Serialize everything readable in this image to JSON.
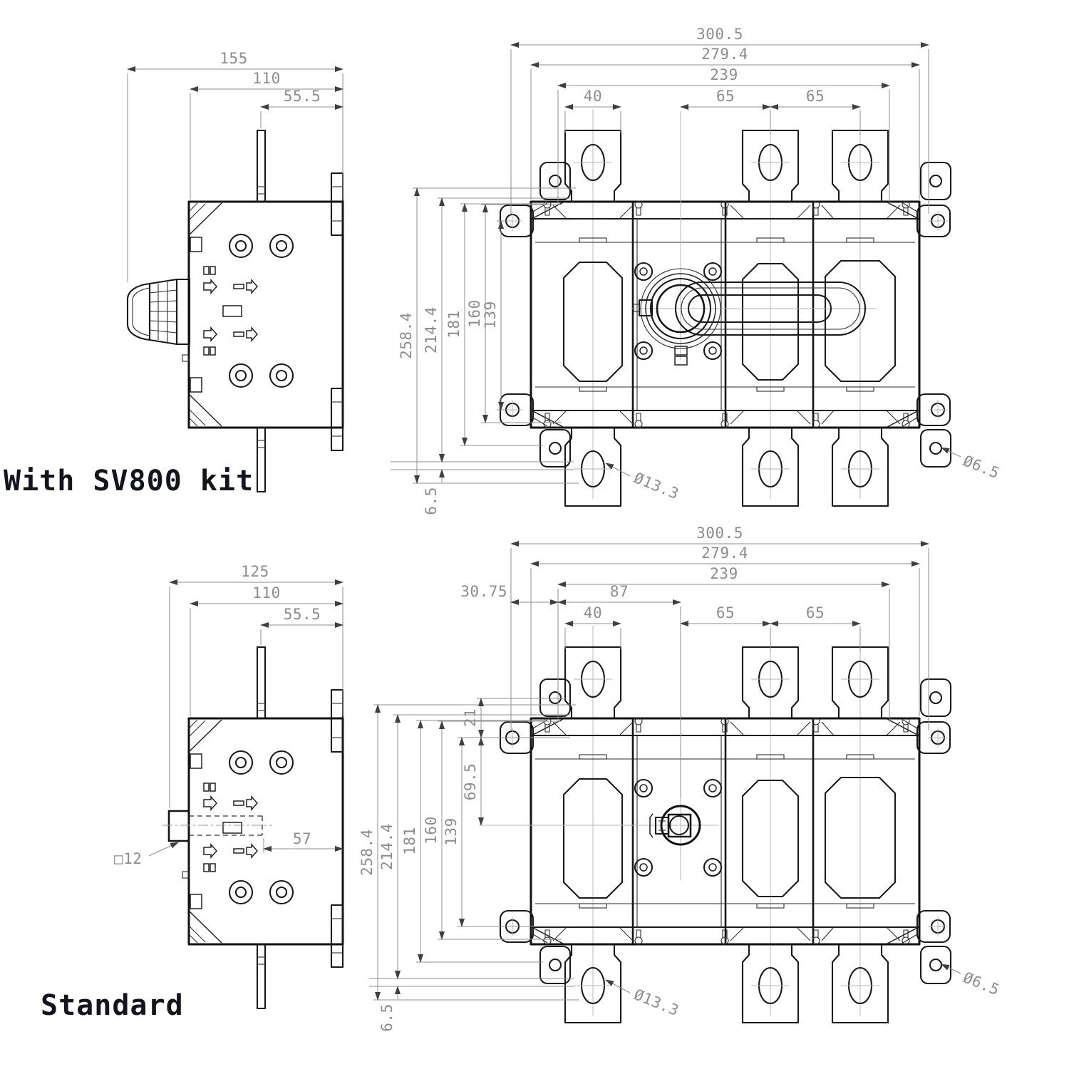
{
  "drawing": {
    "variant_top": "With SV800 kit",
    "variant_bottom": "Standard",
    "sv800_side": {
      "overall_width": "155",
      "body_width": "110",
      "shaft_offset": "55.5"
    },
    "sv800_front": {
      "overall_width": "300.5",
      "flange_width": "279.4",
      "slot_span": "239",
      "tab_width": "40",
      "pole_pitch_a": "65",
      "pole_pitch_b": "65",
      "overall_height": "258.4",
      "body_height": "214.4",
      "bracket_span": "181",
      "slot_span_v": "160",
      "inner_height": "139",
      "base_offset": "6.5",
      "terminal_hole": "Ø13.3",
      "bracket_hole": "Ø6.5"
    },
    "standard_side": {
      "overall_width": "125",
      "body_width": "110",
      "shaft_offset": "55.5",
      "shaft_length": "57",
      "shaft_square": "□12"
    },
    "standard_front": {
      "overall_width": "300.5",
      "flange_width": "279.4",
      "slot_span": "239",
      "edge_offset": "30.75",
      "handle_offset": "87",
      "tab_width": "40",
      "pole_pitch_a": "65",
      "pole_pitch_b": "65",
      "overall_height": "258.4",
      "body_height": "214.4",
      "bracket_span": "181",
      "slot_span_v": "160",
      "inner_height": "139",
      "top_offset": "21",
      "handle_v_offset": "69.5",
      "base_offset": "6.5",
      "terminal_hole": "Ø13.3",
      "bracket_hole": "Ø6.5"
    }
  }
}
